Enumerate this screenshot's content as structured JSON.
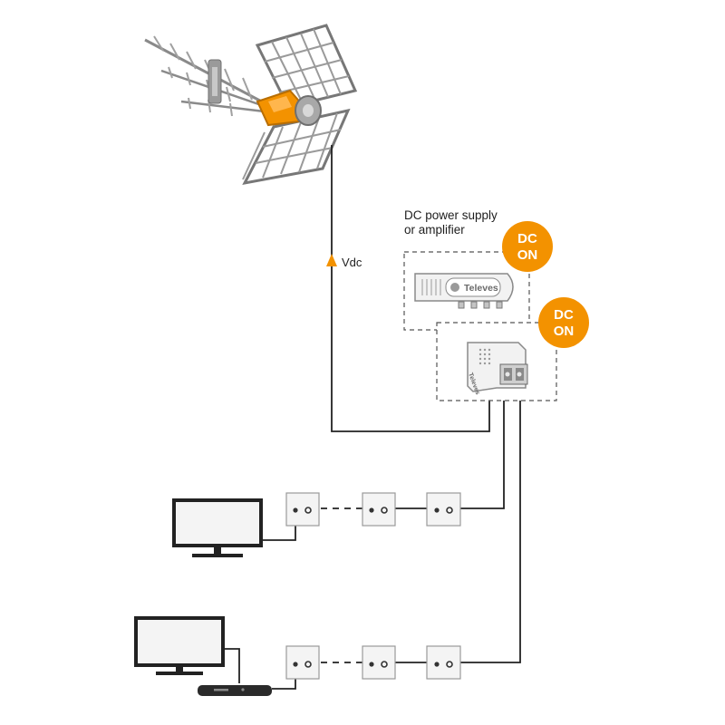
{
  "colors": {
    "accent": "#f39200",
    "line": "#222222",
    "device_fill": "#f2f2f2",
    "device_stroke": "#8a8a8a",
    "screen_fill": "#f4f4f4",
    "badge_text": "#ffffff"
  },
  "power_block": {
    "title_line1": "DC power supply",
    "title_line2": "or amplifier"
  },
  "badges": [
    {
      "line1": "DC",
      "line2": "ON"
    },
    {
      "line1": "DC",
      "line2": "ON"
    }
  ],
  "amplifier": {
    "brand": "Televes"
  },
  "power_supply": {
    "brand": "Televes"
  },
  "cable": {
    "vdc_label": "Vdc",
    "arrow_icon": "up-arrow-icon"
  },
  "icons": {
    "antenna": "tv-antenna-icon",
    "amplifier": "amplifier-icon",
    "power_supply": "power-supply-icon",
    "outlet": "wall-outlet-icon",
    "tv": "television-icon",
    "set_top_box": "set-top-box-icon"
  }
}
